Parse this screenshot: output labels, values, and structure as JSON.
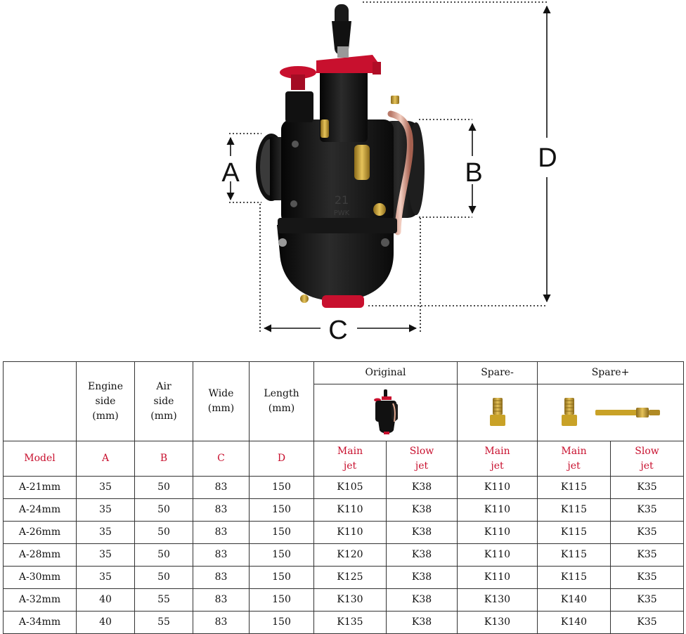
{
  "diagram": {
    "dimension_labels": {
      "a": "A",
      "b": "B",
      "c": "C",
      "d": "D"
    },
    "throttle_number": "21",
    "body_text": "PWK"
  },
  "table": {
    "headers": {
      "engine_side": [
        "Engine",
        "side",
        "(mm)"
      ],
      "air_side": [
        "Air",
        "side",
        "(mm)"
      ],
      "wide": [
        "Wide",
        "(mm)"
      ],
      "length": [
        "Length",
        "(mm)"
      ],
      "original": "Original",
      "spare_minus": "Spare-",
      "spare_plus": "Spare+"
    },
    "label_row": {
      "model": "Model",
      "a": "A",
      "b": "B",
      "c": "C",
      "d": "D",
      "main_jet": [
        "Main",
        "jet"
      ],
      "slow_jet": [
        "Slow",
        "jet"
      ]
    },
    "rows": [
      {
        "model": "A-21mm",
        "a": "35",
        "b": "50",
        "c": "83",
        "d": "150",
        "orig_main": "K105",
        "orig_slow": "K38",
        "spare_minus_main": "K110",
        "spare_plus_main": "K115",
        "spare_plus_slow": "K35"
      },
      {
        "model": "A-24mm",
        "a": "35",
        "b": "50",
        "c": "83",
        "d": "150",
        "orig_main": "K110",
        "orig_slow": "K38",
        "spare_minus_main": "K110",
        "spare_plus_main": "K115",
        "spare_plus_slow": "K35"
      },
      {
        "model": "A-26mm",
        "a": "35",
        "b": "50",
        "c": "83",
        "d": "150",
        "orig_main": "K110",
        "orig_slow": "K38",
        "spare_minus_main": "K110",
        "spare_plus_main": "K115",
        "spare_plus_slow": "K35"
      },
      {
        "model": "A-28mm",
        "a": "35",
        "b": "50",
        "c": "83",
        "d": "150",
        "orig_main": "K120",
        "orig_slow": "K38",
        "spare_minus_main": "K110",
        "spare_plus_main": "K115",
        "spare_plus_slow": "K35"
      },
      {
        "model": "A-30mm",
        "a": "35",
        "b": "50",
        "c": "83",
        "d": "150",
        "orig_main": "K125",
        "orig_slow": "K38",
        "spare_minus_main": "K110",
        "spare_plus_main": "K115",
        "spare_plus_slow": "K35"
      },
      {
        "model": "A-32mm",
        "a": "40",
        "b": "55",
        "c": "83",
        "d": "150",
        "orig_main": "K130",
        "orig_slow": "K38",
        "spare_minus_main": "K130",
        "spare_plus_main": "K140",
        "spare_plus_slow": "K35"
      },
      {
        "model": "A-34mm",
        "a": "40",
        "b": "55",
        "c": "83",
        "d": "150",
        "orig_main": "K135",
        "orig_slow": "K38",
        "spare_minus_main": "K130",
        "spare_plus_main": "K140",
        "spare_plus_slow": "K35"
      }
    ]
  },
  "colors": {
    "red": "#c8102e",
    "body": "#141414",
    "brass": "#c9a227"
  }
}
